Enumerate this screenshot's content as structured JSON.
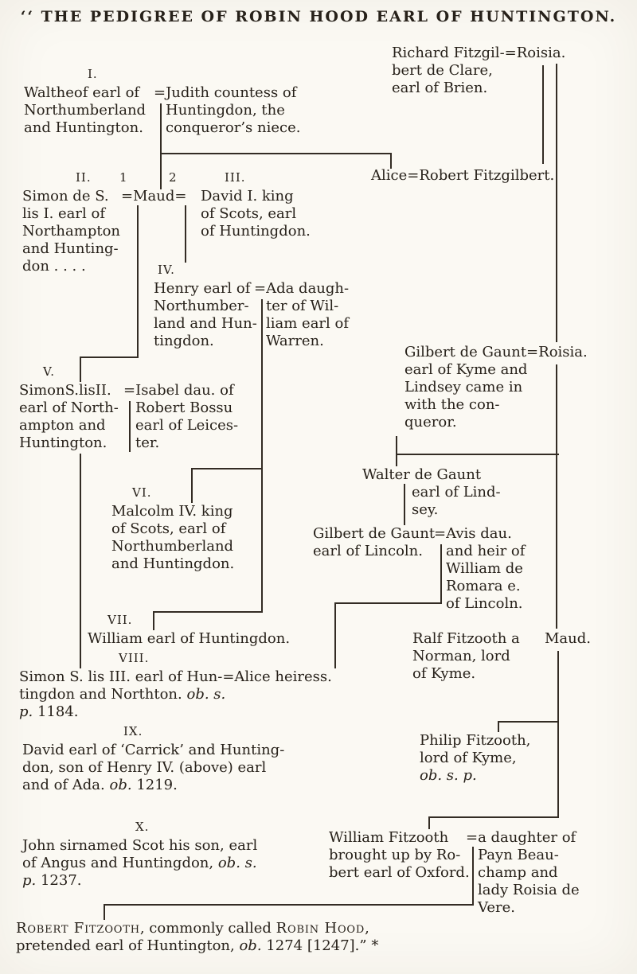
{
  "title": "‘‘ THE PEDIGREE OF ROBIN HOOD EARL OF HUNTINGTON.",
  "numerals": {
    "i": "I.",
    "ii": "II.",
    "m1": "1",
    "m2": "2",
    "iii": "III.",
    "iv": "IV.",
    "v": "V.",
    "vi": "VI.",
    "vii": "VII.",
    "viii": "VIII.",
    "ix": "IX.",
    "x": "X."
  },
  "blocks": {
    "richard": {
      "lines": [
        "Richard Fitzgil-=Roisia.",
        "bert de Clare,",
        "earl of Brien."
      ]
    },
    "waltheof": {
      "lines": [
        "Waltheof earl of",
        "Northumberland",
        "and Huntington."
      ]
    },
    "judith": {
      "lines": [
        "=Judith countess of",
        "Huntingdon, the",
        "conqueror’s niece."
      ]
    },
    "simon1": {
      "lines": [
        "Simon de S.",
        "lis I. earl of",
        "Northampton",
        "and Hunting-",
        "don . . . ."
      ]
    },
    "maud1": {
      "lines": [
        "=Maud="
      ]
    },
    "david1": {
      "lines": [
        "David I. king",
        "of Scots, earl",
        "of Huntingdon."
      ]
    },
    "alice_robert": {
      "lines": [
        "Alice=Robert Fitzgilbert."
      ]
    },
    "henry": {
      "lines": [
        "Henry earl of",
        "Northumber-",
        "land and Hun-",
        "tingdon."
      ]
    },
    "ada": {
      "lines": [
        "=Ada daugh-",
        "ter of Wil-",
        "liam earl of",
        "Warren."
      ]
    },
    "simon2": {
      "lines": [
        "SimonS.lisII.",
        "earl of North-",
        "ampton and",
        "Huntington."
      ]
    },
    "isabel": {
      "lines": [
        "=Isabel dau. of",
        "Robert Bossu",
        "earl of Leices-",
        "ter."
      ]
    },
    "gilbert_kyme": {
      "lines": [
        "Gilbert de Gaunt=Roisia.",
        "earl of Kyme and",
        "Lindsey came in",
        "with the con-",
        "queror."
      ]
    },
    "walter": {
      "lines": [
        "Walter de Gaunt",
        "earl of Lind-",
        "sey."
      ]
    },
    "malcolm": {
      "lines": [
        "Malcolm IV. king",
        "of Scots, earl of",
        "Northumberland",
        "and Huntingdon."
      ]
    },
    "gilbert_lincoln": {
      "lines": [
        "Gilbert de Gaunt",
        "earl of Lincoln."
      ]
    },
    "avis": {
      "lines": [
        "=Avis dau.",
        "and heir of",
        "William de",
        "Romara e.",
        "of Lincoln."
      ]
    },
    "william_earl": {
      "lines": [
        "William earl of Huntingdon."
      ]
    },
    "ralf": {
      "lines": [
        "Ralf Fitzooth a",
        "Norman, lord",
        "of Kyme."
      ]
    },
    "maud2": {
      "lines": [
        "Maud."
      ]
    },
    "simon3": {
      "l1": "Simon S. lis III. earl of Hun-=Alice heiress.",
      "l2a": "tingdon and Northton. ",
      "l2b": "ob. s.",
      "l3a": "p.",
      "l3b": " 1184."
    },
    "david_carrick": {
      "l1": "David earl of ‘Carrick’ and Hunting-",
      "l2": "don, son of Henry IV. (above) earl",
      "l3a": "and of Ada. ",
      "l3b": "ob.",
      "l3c": " 1219."
    },
    "philip": {
      "l1": "Philip Fitzooth,",
      "l2": "lord of Kyme,",
      "l3": "ob. s. p."
    },
    "john": {
      "l1": "John sirnamed Scot his son, earl",
      "l2a": "of Angus and Huntingdon, ",
      "l2b": "ob. s.",
      "l3a": "p.",
      "l3b": " 1237."
    },
    "william_fitzooth": {
      "lines": [
        "William Fitzooth",
        "brought up by Ro-",
        "bert earl of Oxford."
      ]
    },
    "daughter": {
      "lines": [
        "=a daughter of",
        "Payn Beau-",
        "champ and",
        "lady Roisia de",
        "Vere."
      ]
    },
    "robert_hood": {
      "l1a": "Robert Fitzooth",
      "l1b": ", commonly called ",
      "l1c": "Robin Hood",
      "l1d": ",",
      "l2a": "pretended earl of Huntington, ",
      "l2b": "ob.",
      "l2c": " 1274 [1247].” *"
    }
  },
  "colors": {
    "ink": "#27211a",
    "paper": "#fbf9f3",
    "line": "#332c24"
  }
}
